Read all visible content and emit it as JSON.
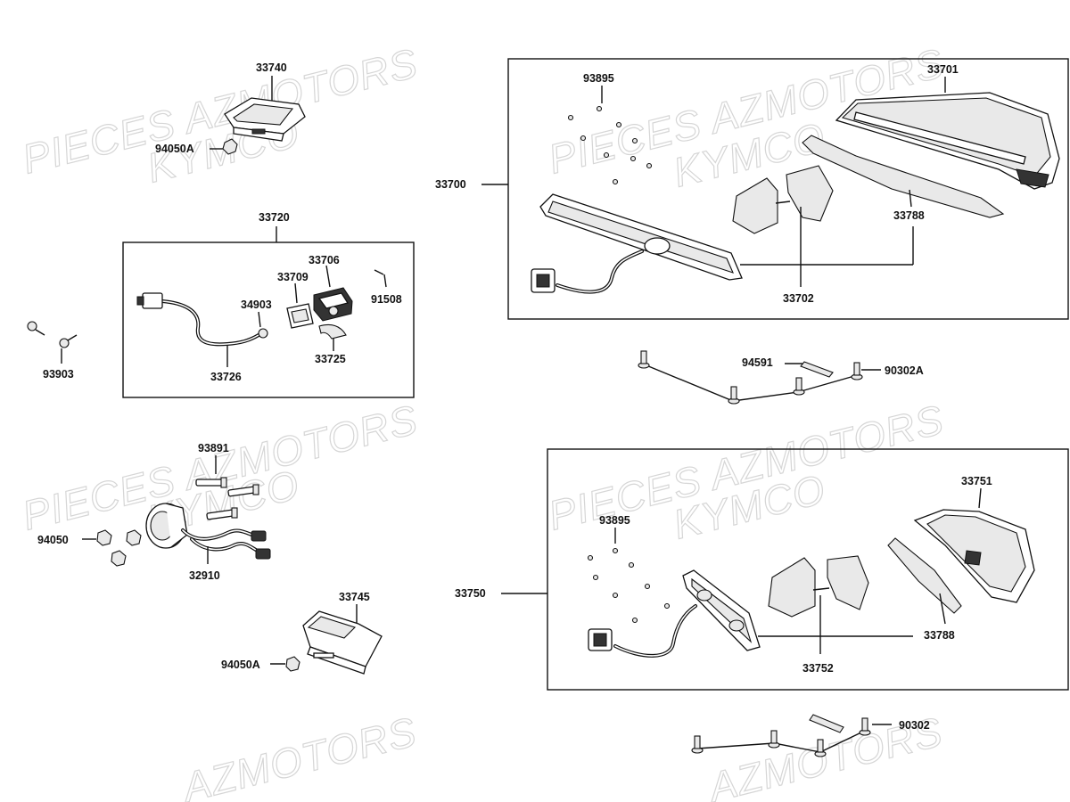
{
  "watermarks": {
    "w1": "PIECES AZMOTORS",
    "w2": "KYMCO",
    "w3": "PIECES AZMOTORS",
    "w4": "KYMCO",
    "w5": "PIECES AZMOTORS",
    "w6": "KYMCO",
    "w7": "PIECES AZMOTORS",
    "w8": "KYMCO",
    "w9": "AZMOTORS",
    "w10": "AZMOTORS"
  },
  "labels": {
    "p33740": "33740",
    "p94050A_top": "94050A",
    "p33720": "33720",
    "p33706": "33706",
    "p33709": "33709",
    "p34903": "34903",
    "p91508": "91508",
    "p33725": "33725",
    "p33726": "33726",
    "p93903": "93903",
    "p93891": "93891",
    "p94050": "94050",
    "p32910": "32910",
    "p33745": "33745",
    "p94050A_bottom": "94050A",
    "p33700": "33700",
    "p93895_top": "93895",
    "p33701": "33701",
    "p33788_top": "33788",
    "p33702": "33702",
    "p94591": "94591",
    "p90302A": "90302A",
    "p33750": "33750",
    "p93895_bottom": "93895",
    "p33751": "33751",
    "p33788_bottom": "33788",
    "p33752": "33752",
    "p90302": "90302"
  }
}
